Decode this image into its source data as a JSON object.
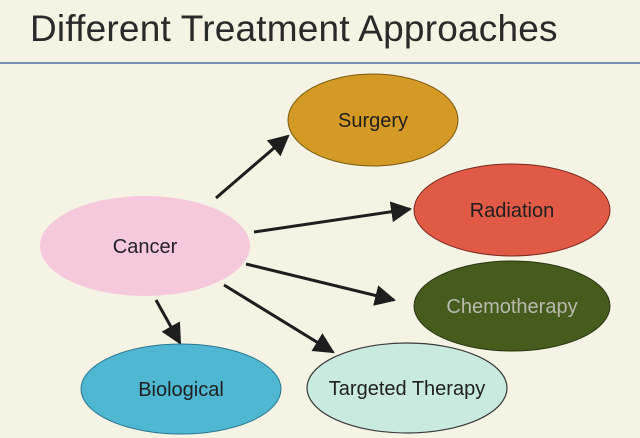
{
  "title": "Different Treatment Approaches",
  "colors": {
    "background": "#f4f3e4",
    "title_rule": "#7a8fb4",
    "arrow": "#1e1e1e"
  },
  "nodes": {
    "cancer": {
      "label": "Cancer",
      "fill": "#f6c8dc"
    },
    "surgery": {
      "label": "Surgery",
      "fill": "#d59a25"
    },
    "radiation": {
      "label": "Radiation",
      "fill": "#e05a45"
    },
    "chemotherapy": {
      "label": "Chemotherapy",
      "fill": "#465c1c"
    },
    "targeted": {
      "label": "Targeted Therapy",
      "fill": "#c9eadf"
    },
    "biological": {
      "label": "Biological",
      "fill": "#4fb7d2"
    }
  },
  "edges": [
    {
      "from": "Cancer",
      "to": "Surgery"
    },
    {
      "from": "Cancer",
      "to": "Radiation"
    },
    {
      "from": "Cancer",
      "to": "Chemotherapy"
    },
    {
      "from": "Cancer",
      "to": "Targeted Therapy"
    },
    {
      "from": "Cancer",
      "to": "Biological"
    }
  ]
}
